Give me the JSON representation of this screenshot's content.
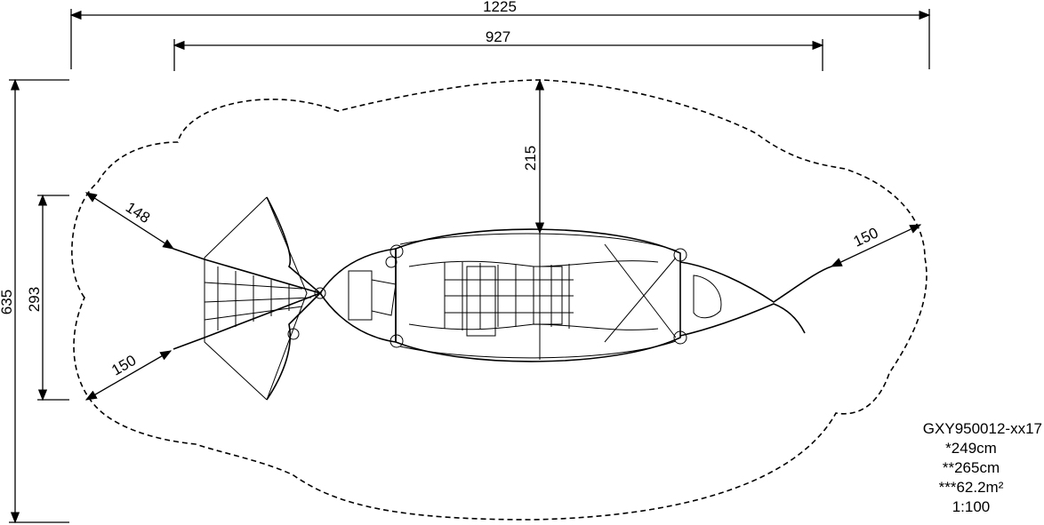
{
  "dimensions": {
    "overall_width": "1225",
    "structure_width": "927",
    "overall_depth": "635",
    "structure_depth": "293",
    "top_clearance": "215",
    "left_upper_clearance": "148",
    "left_lower_clearance": "150",
    "right_clearance": "150"
  },
  "notes": {
    "product_code": "GXY950012-xx17",
    "height_1": "*249cm",
    "height_2": "**265cm",
    "area": "***62.2m²",
    "scale": "1:100"
  }
}
